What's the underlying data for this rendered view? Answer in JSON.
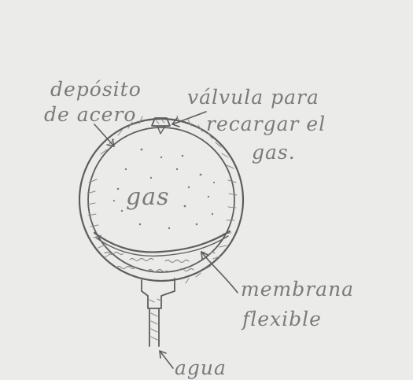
{
  "labels": {
    "deposito_line1": "depósito",
    "deposito_line2": "de acero",
    "valvula_line1": "válvula para",
    "valvula_line2": "recargar el",
    "valvula_line3": "gas.",
    "gas": "gas",
    "membrana_line1": "membrana",
    "membrana_line2": "flexible",
    "agua": "agua"
  },
  "colors": {
    "paper": "#ebebea",
    "pencil": "#5e5e5e",
    "pencil_light": "#8a8a8a"
  }
}
